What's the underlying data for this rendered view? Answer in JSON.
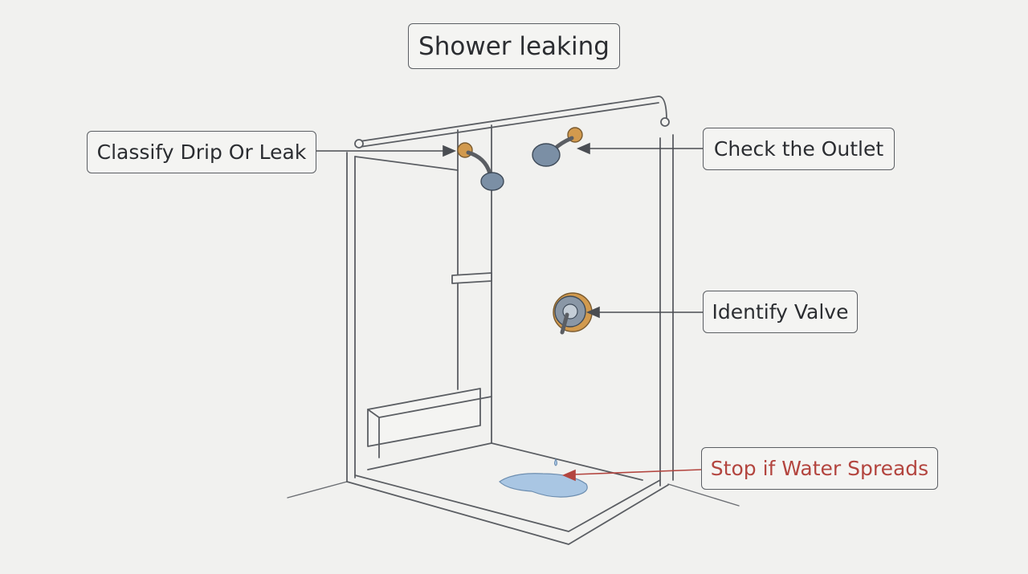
{
  "title": "Shower leaking",
  "callouts": {
    "classify": "Classify Drip Or Leak",
    "outlet": "Check the Outlet",
    "valve": "Identify Valve",
    "stop": "Stop if Water Spreads"
  },
  "colors": {
    "background": "#f1f1ef",
    "line": "#5b5e63",
    "warning": "#b3453f",
    "accent_orange": "#d29a4e",
    "water": "#a9c6e3"
  },
  "icons": {
    "showerhead_left": "showerhead-icon",
    "showerhead_right": "showerhead-icon",
    "valve": "valve-handle-icon",
    "water": "water-puddle-icon"
  }
}
